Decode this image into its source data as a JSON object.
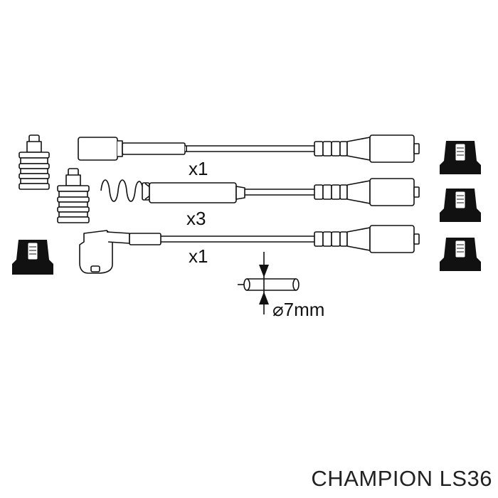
{
  "diagram": {
    "cables": [
      {
        "name": "cable-straight",
        "quantity": "x1"
      },
      {
        "name": "cable-long-spring",
        "quantity": "x3"
      },
      {
        "name": "cable-angled",
        "quantity": "x1"
      }
    ],
    "diameter_label": "⌀7mm",
    "caption": "CHAMPION LS36"
  },
  "colors": {
    "line": "#111111",
    "fill": "#ffffff",
    "boot": "#111111"
  }
}
